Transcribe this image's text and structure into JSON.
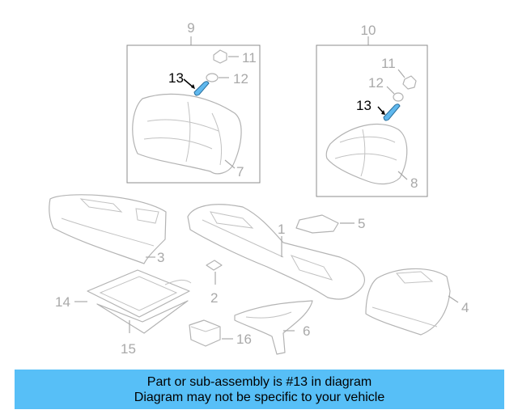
{
  "callouts": {
    "c1": "1",
    "c2": "2",
    "c3": "3",
    "c4": "4",
    "c5": "5",
    "c6": "6",
    "c7": "7",
    "c8": "8",
    "c9": "9",
    "c10": "10",
    "c11a": "11",
    "c11b": "11",
    "c12a": "12",
    "c12b": "12",
    "c13a": "13",
    "c13b": "13",
    "c14": "14",
    "c15": "15",
    "c16": "16"
  },
  "highlight": {
    "part_number": "13",
    "color": "#57bff7",
    "pin_color": "#5fb8ee"
  },
  "banner": {
    "line1": "Part or sub-assembly is #13 in diagram",
    "line2": "Diagram may not be specific to your vehicle"
  }
}
